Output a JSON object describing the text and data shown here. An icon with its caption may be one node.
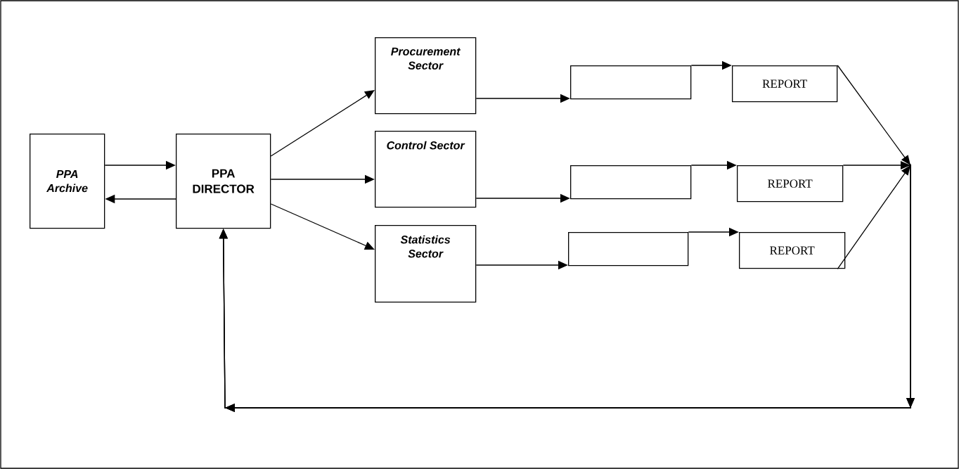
{
  "diagram": {
    "nodes": [
      {
        "text": [
          "PPA Archive"
        ]
      },
      {
        "text": [
          "PPA DIRECTOR"
        ]
      },
      {
        "text": [
          "Procurement Sector"
        ]
      },
      {
        "text": [
          "Control Sector"
        ]
      },
      {
        "text": [
          "Statistics Sector"
        ]
      },
      {
        "text": [],
        "shape": "box"
      },
      {
        "text": [
          "REPORT"
        ]
      },
      {
        "text": [],
        "shape": "box"
      },
      {
        "text": [
          "REPORT"
        ]
      },
      {
        "text": [],
        "shape": "box"
      },
      {
        "text": [
          "REPORT"
        ]
      }
    ],
    "edges": [
      {
        "from": 0,
        "to": 1,
        "arrow": "to"
      },
      {
        "from": 1,
        "to": 0,
        "arrow": "to"
      },
      {
        "from": 1,
        "to": 2,
        "arrow": "to"
      },
      {
        "from": 1,
        "to": 3,
        "arrow": "to"
      },
      {
        "from": 1,
        "to": 4,
        "arrow": "to"
      },
      {
        "from": 2,
        "to": 5,
        "arrow": "to"
      },
      {
        "from": 3,
        "to": 7,
        "arrow": "to"
      },
      {
        "from": 4,
        "to": 9,
        "arrow": "to"
      },
      {
        "from": 5,
        "to": 6,
        "arrow": "to"
      },
      {
        "from": 7,
        "to": 8,
        "arrow": "to"
      },
      {
        "from": 9,
        "to": 10,
        "arrow": "to"
      },
      {
        "from": 6,
        "to": 1,
        "arrow": "to"
      },
      {
        "from": 8,
        "to": 1,
        "arrow": "to"
      },
      {
        "from": 10,
        "to": 1,
        "arrow": "to"
      }
    ]
  }
}
